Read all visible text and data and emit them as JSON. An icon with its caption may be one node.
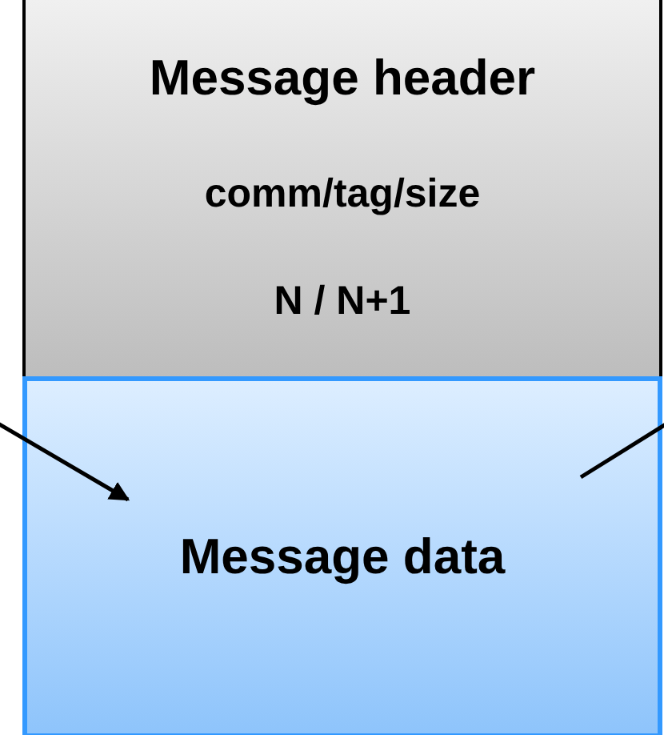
{
  "diagram": {
    "nodes": [
      {
        "text": [
          "Message header",
          "comm/tag/size",
          "N / N+1"
        ]
      },
      {
        "text": [
          "Message data"
        ]
      }
    ],
    "edges": [
      {
        "from": null,
        "to": 1,
        "arrow": "to"
      },
      {
        "from": null,
        "to": 1,
        "arrow": "none"
      }
    ]
  }
}
